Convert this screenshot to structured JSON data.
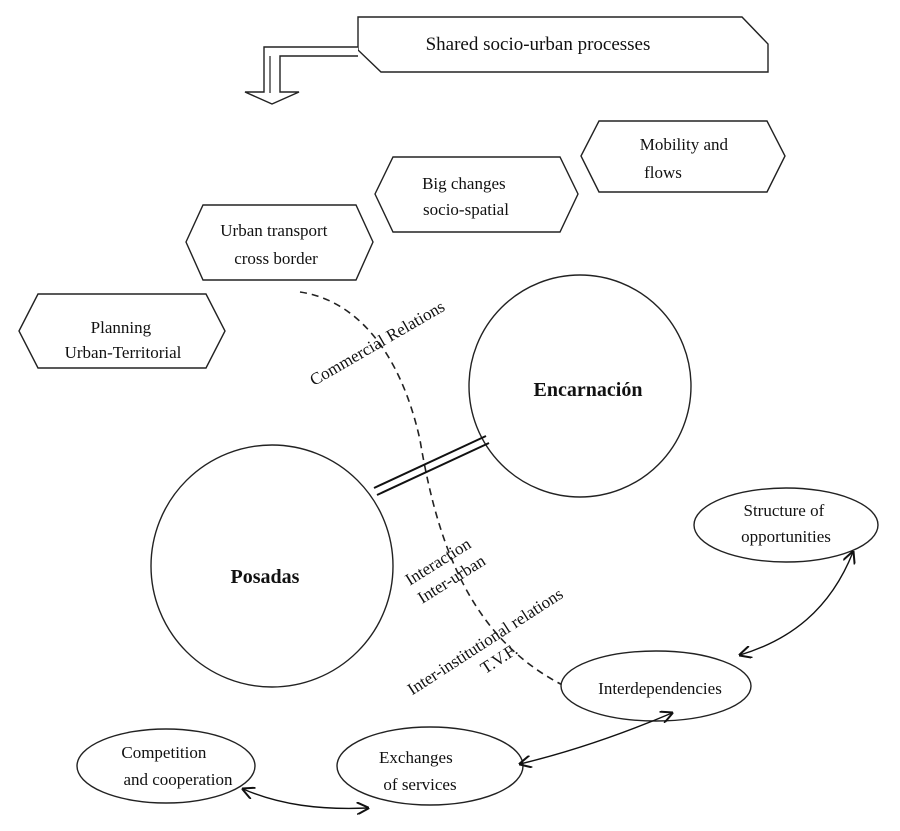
{
  "header": {
    "title": "Shared socio-urban processes"
  },
  "hexagons": {
    "mobility": [
      "Mobility and",
      "flows"
    ],
    "big_changes": [
      "Big changes",
      "socio-spatial"
    ],
    "transport": [
      "Urban transport",
      "cross border"
    ],
    "planning": [
      "Planning",
      "Urban-Territorial"
    ]
  },
  "cities": {
    "encarnacion": "Encarnación",
    "posadas": "Posadas"
  },
  "relations": {
    "commercial": "Commercial Relations",
    "interaction": [
      "Interaction",
      "Inter-urban"
    ],
    "institutional": [
      "Inter-institutional relations",
      "T.V.F."
    ]
  },
  "ovals": {
    "structure": [
      "Structure of",
      "opportunities"
    ],
    "interdependencies": "Interdependencies",
    "exchanges": [
      "Exchanges",
      "of services"
    ],
    "competition": [
      "Competition",
      "and cooperation"
    ]
  }
}
